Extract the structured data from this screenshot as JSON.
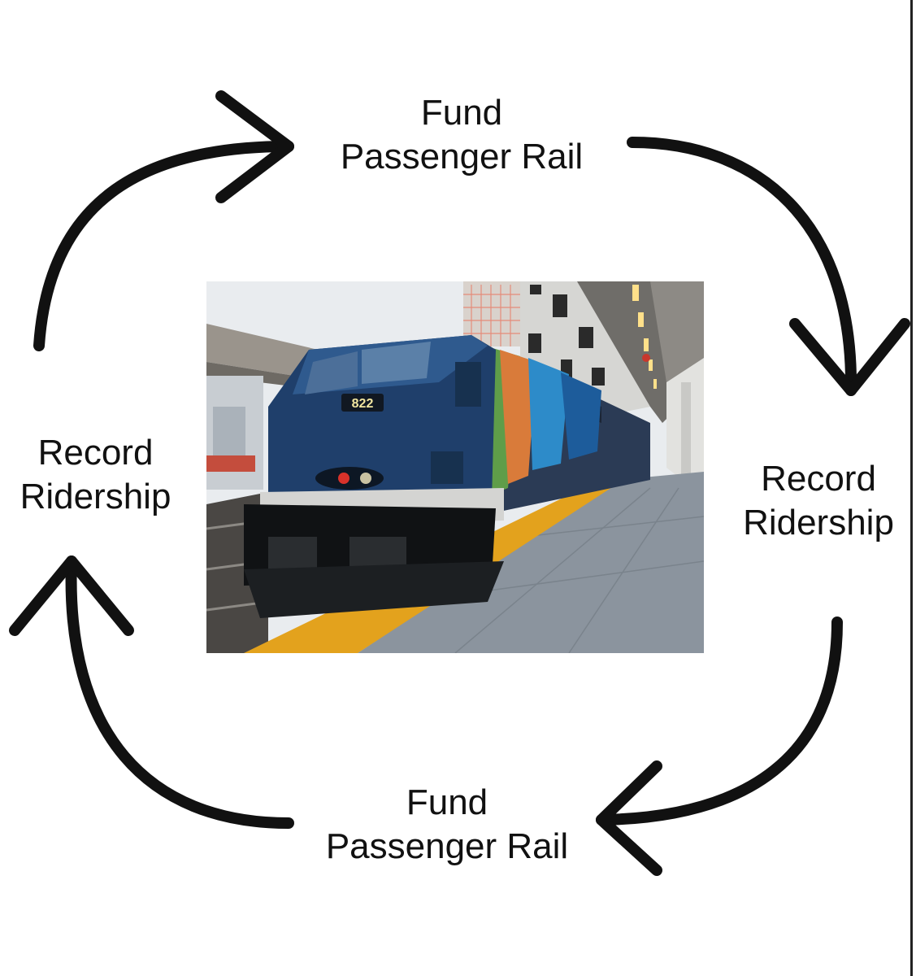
{
  "diagram": {
    "labels": {
      "top": {
        "line1": "Fund",
        "line2": "Passenger Rail"
      },
      "right": {
        "line1": "Record",
        "line2": "Ridership"
      },
      "bottom": {
        "line1": "Fund",
        "line2": "Passenger Rail"
      },
      "left": {
        "line1": "Record",
        "line2": "Ridership"
      }
    },
    "photo": {
      "locomotive_number": "822"
    },
    "colors": {
      "arrow": "#111111",
      "text": "#111111",
      "locomotive_body": "#1f3f6b",
      "platform_edge": "#e3a21d",
      "platform_floor": "#8a929c"
    }
  }
}
